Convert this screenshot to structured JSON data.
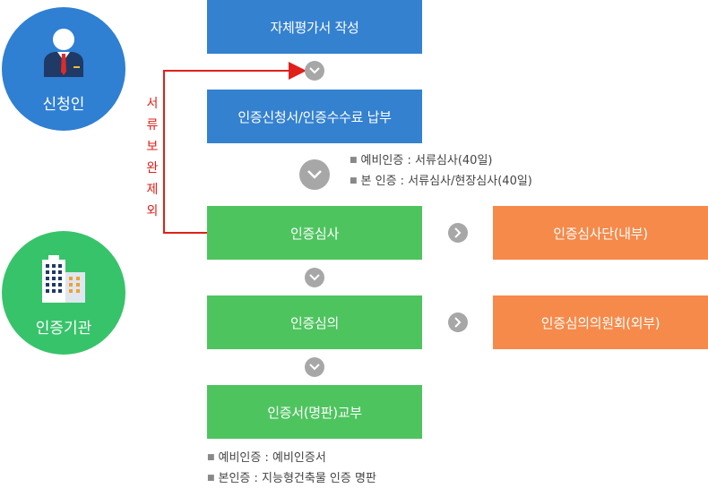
{
  "actors": {
    "applicant": {
      "label": "신청인",
      "color": "#2f7fd3"
    },
    "agency": {
      "label": "인증기관",
      "color": "#37c36a"
    }
  },
  "steps": [
    {
      "label": "자체평가서 작성",
      "color": "#3481d0"
    },
    {
      "label": "인증신청서/인증수수료 납부",
      "color": "#3481d0"
    },
    {
      "label": "인증심사",
      "color": "#4ec45f"
    },
    {
      "label": "인증심의",
      "color": "#4ec45f"
    },
    {
      "label": "인증서(명판)교부",
      "color": "#4ec45f"
    }
  ],
  "side_boxes": [
    {
      "label": "인증심사단(내부)",
      "color": "#f68a4a"
    },
    {
      "label": "인증심의의원회(외부)",
      "color": "#f68a4a"
    }
  ],
  "notes_review": [
    "예비인증 : 서류심사(40일)",
    "본 인증 : 서류심사/현장심사(40일)"
  ],
  "notes_issue": [
    "예비인증 : 예비인증서",
    "본인증 : 지능형건축물 인증 명판"
  ],
  "feedback_label": [
    "서",
    "류",
    "보",
    "완",
    "제",
    "외"
  ],
  "feedback_color": "#e0201a"
}
